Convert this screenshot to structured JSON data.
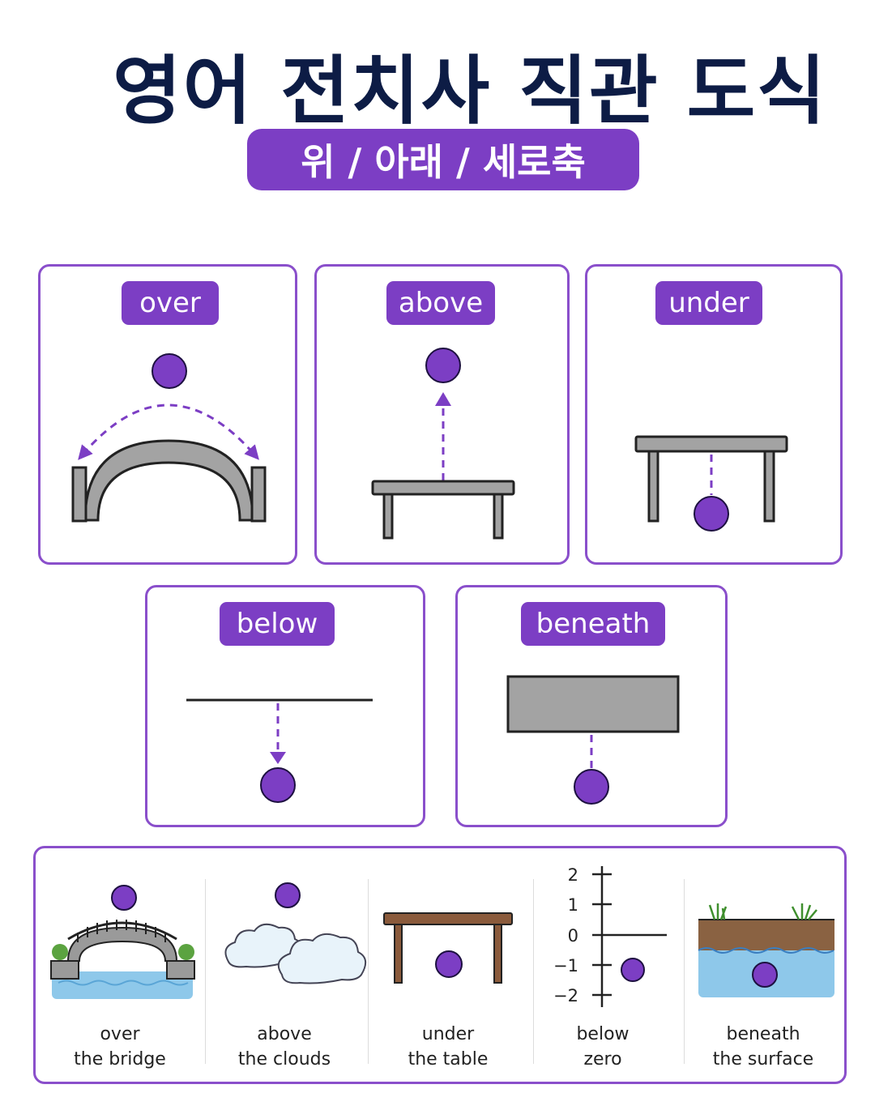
{
  "header": {
    "title": "영어 전치사 직관 도식",
    "subtitle": "위 / 아래 / 세로축"
  },
  "cards": [
    {
      "label": "over"
    },
    {
      "label": "above"
    },
    {
      "label": "under"
    },
    {
      "label": "below"
    },
    {
      "label": "beneath"
    }
  ],
  "examples": [
    {
      "line1": "over",
      "line2": "the bridge"
    },
    {
      "line1": "above",
      "line2": "the clouds"
    },
    {
      "line1": "under",
      "line2": "the table"
    },
    {
      "line1": "below",
      "line2": "zero"
    },
    {
      "line1": "beneath",
      "line2": "the surface"
    }
  ],
  "number_line": {
    "ticks": [
      "2",
      "1",
      "0",
      "−1",
      "−2"
    ]
  },
  "colors": {
    "accent": "#7c3ec4",
    "navy": "#0d1c45",
    "gray": "#a3a3a3",
    "water": "#8ec8ea"
  }
}
